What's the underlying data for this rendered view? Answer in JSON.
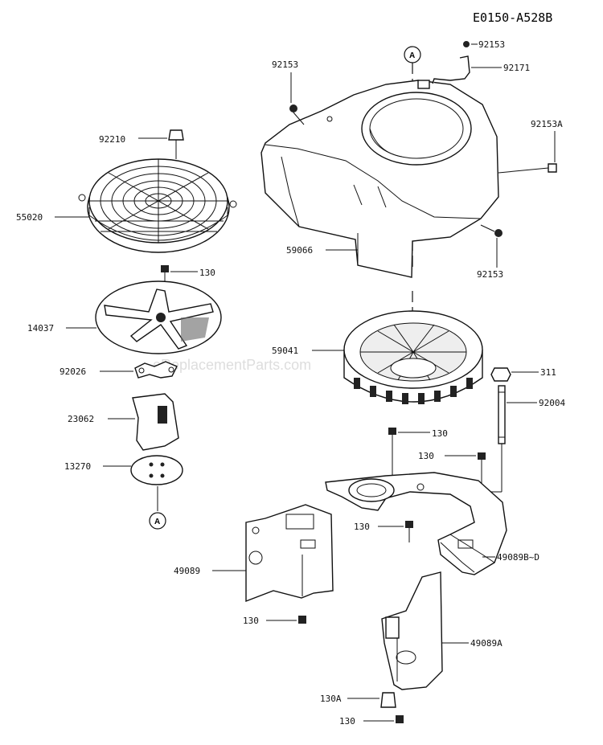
{
  "diagram": {
    "id": "E0150-A528B",
    "watermark": "eReplacementParts.com",
    "ref_marker": "A",
    "labels": {
      "l92153_top": "92153",
      "l92153_left": "92153",
      "l92171": "92171",
      "l92153A": "92153A",
      "l92153_right": "92153",
      "l92210": "92210",
      "l55020": "55020",
      "l59066": "59066",
      "l130_a": "130",
      "l14037": "14037",
      "l59041": "59041",
      "l92026": "92026",
      "l311": "311",
      "l92004": "92004",
      "l23062": "23062",
      "l130_b": "130",
      "l130_c": "130",
      "l13270": "13270",
      "l130_d": "130",
      "l49089BD": "49089B~D",
      "l49089": "49089",
      "l130_e": "130",
      "l49089A": "49089A",
      "l130A": "130A",
      "l130_f": "130"
    }
  }
}
